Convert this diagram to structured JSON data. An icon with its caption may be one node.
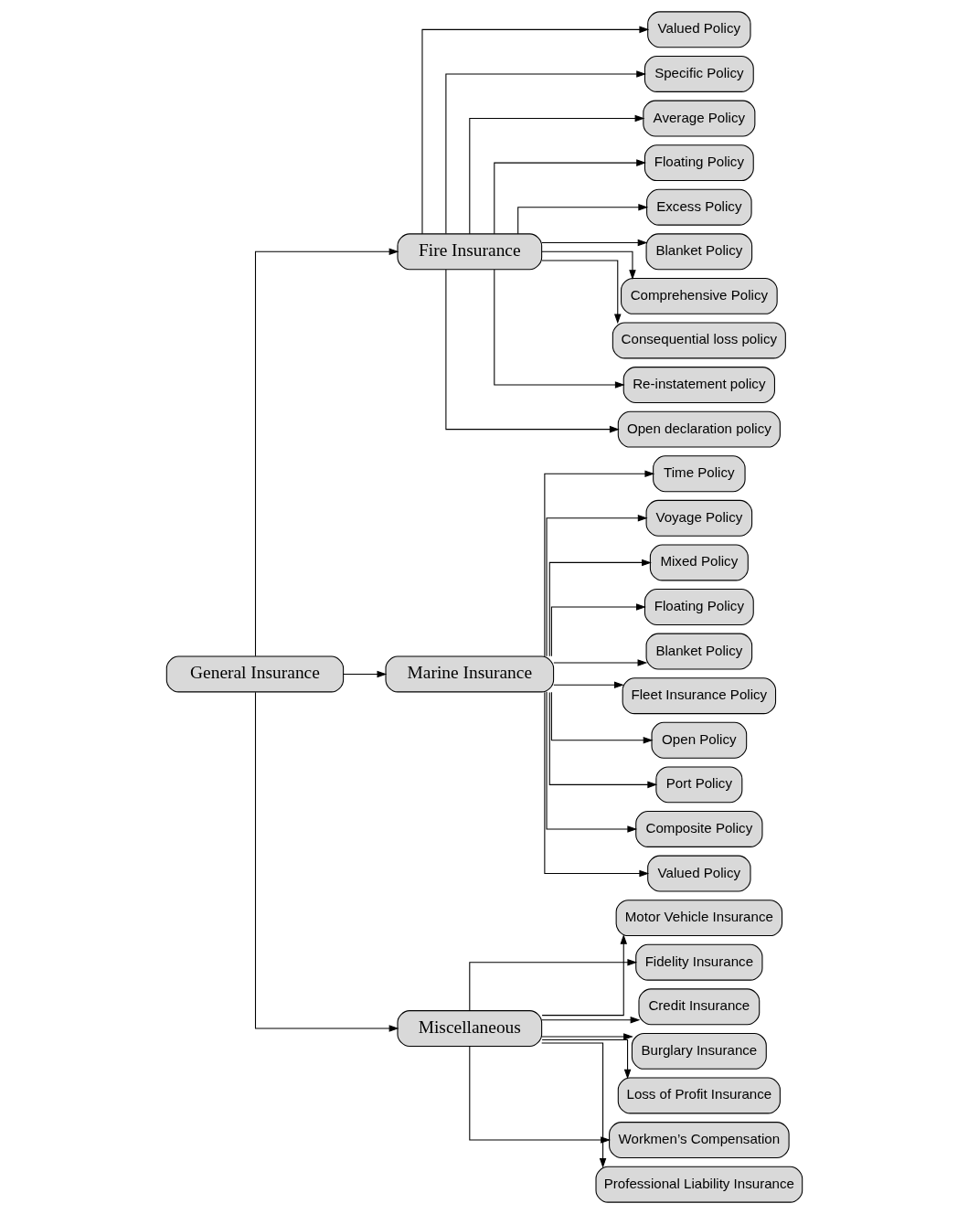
{
  "diagram": {
    "nodes": [
      {
        "text": [
          "General Insurance"
        ]
      },
      {
        "text": [
          "Fire Insurance"
        ]
      },
      {
        "text": [
          "Marine Insurance"
        ]
      },
      {
        "text": [
          "Miscellaneous"
        ]
      },
      {
        "text": [
          "Valued Policy"
        ]
      },
      {
        "text": [
          "Specific Policy"
        ]
      },
      {
        "text": [
          "Average Policy"
        ]
      },
      {
        "text": [
          "Floating Policy"
        ]
      },
      {
        "text": [
          "Excess Policy"
        ]
      },
      {
        "text": [
          "Blanket Policy"
        ]
      },
      {
        "text": [
          "Comprehensive Policy"
        ]
      },
      {
        "text": [
          "Consequential loss policy"
        ]
      },
      {
        "text": [
          "Re-instatement policy"
        ]
      },
      {
        "text": [
          "Open declaration policy"
        ]
      },
      {
        "text": [
          "Time Policy"
        ]
      },
      {
        "text": [
          "Voyage Policy"
        ]
      },
      {
        "text": [
          "Mixed Policy"
        ]
      },
      {
        "text": [
          "Floating Policy"
        ]
      },
      {
        "text": [
          "Blanket Policy"
        ]
      },
      {
        "text": [
          "Fleet Insurance Policy"
        ]
      },
      {
        "text": [
          "Open Policy"
        ]
      },
      {
        "text": [
          "Port Policy"
        ]
      },
      {
        "text": [
          "Composite Policy"
        ]
      },
      {
        "text": [
          "Valued Policy"
        ]
      },
      {
        "text": [
          "Motor Vehicle Insurance"
        ]
      },
      {
        "text": [
          "Fidelity Insurance"
        ]
      },
      {
        "text": [
          "Credit Insurance"
        ]
      },
      {
        "text": [
          "Burglary Insurance"
        ]
      },
      {
        "text": [
          "Loss of Profit Insurance"
        ]
      },
      {
        "text": [
          "Workmen’s Compensation"
        ]
      },
      {
        "text": [
          "Professional Liability Insurance"
        ]
      }
    ],
    "edges": [
      {
        "from": 0,
        "to": 1,
        "arrow": "to"
      },
      {
        "from": 0,
        "to": 2,
        "arrow": "to"
      },
      {
        "from": 0,
        "to": 3,
        "arrow": "to"
      },
      {
        "from": 1,
        "to": 4,
        "arrow": "to"
      },
      {
        "from": 1,
        "to": 5,
        "arrow": "to"
      },
      {
        "from": 1,
        "to": 6,
        "arrow": "to"
      },
      {
        "from": 1,
        "to": 7,
        "arrow": "to"
      },
      {
        "from": 1,
        "to": 8,
        "arrow": "to"
      },
      {
        "from": 1,
        "to": 9,
        "arrow": "to"
      },
      {
        "from": 1,
        "to": 10,
        "arrow": "to"
      },
      {
        "from": 1,
        "to": 11,
        "arrow": "to"
      },
      {
        "from": 1,
        "to": 12,
        "arrow": "to"
      },
      {
        "from": 1,
        "to": 13,
        "arrow": "to"
      },
      {
        "from": 2,
        "to": 14,
        "arrow": "to"
      },
      {
        "from": 2,
        "to": 15,
        "arrow": "to"
      },
      {
        "from": 2,
        "to": 16,
        "arrow": "to"
      },
      {
        "from": 2,
        "to": 17,
        "arrow": "to"
      },
      {
        "from": 2,
        "to": 18,
        "arrow": "to"
      },
      {
        "from": 2,
        "to": 19,
        "arrow": "to"
      },
      {
        "from": 2,
        "to": 20,
        "arrow": "to"
      },
      {
        "from": 2,
        "to": 21,
        "arrow": "to"
      },
      {
        "from": 2,
        "to": 22,
        "arrow": "to"
      },
      {
        "from": 2,
        "to": 23,
        "arrow": "to"
      },
      {
        "from": 3,
        "to": 24,
        "arrow": "to"
      },
      {
        "from": 3,
        "to": 25,
        "arrow": "to"
      },
      {
        "from": 3,
        "to": 26,
        "arrow": "to"
      },
      {
        "from": 3,
        "to": 27,
        "arrow": "to"
      },
      {
        "from": 3,
        "to": 28,
        "arrow": "to"
      },
      {
        "from": 3,
        "to": 29,
        "arrow": "to"
      },
      {
        "from": 3,
        "to": 30,
        "arrow": "to"
      }
    ]
  }
}
